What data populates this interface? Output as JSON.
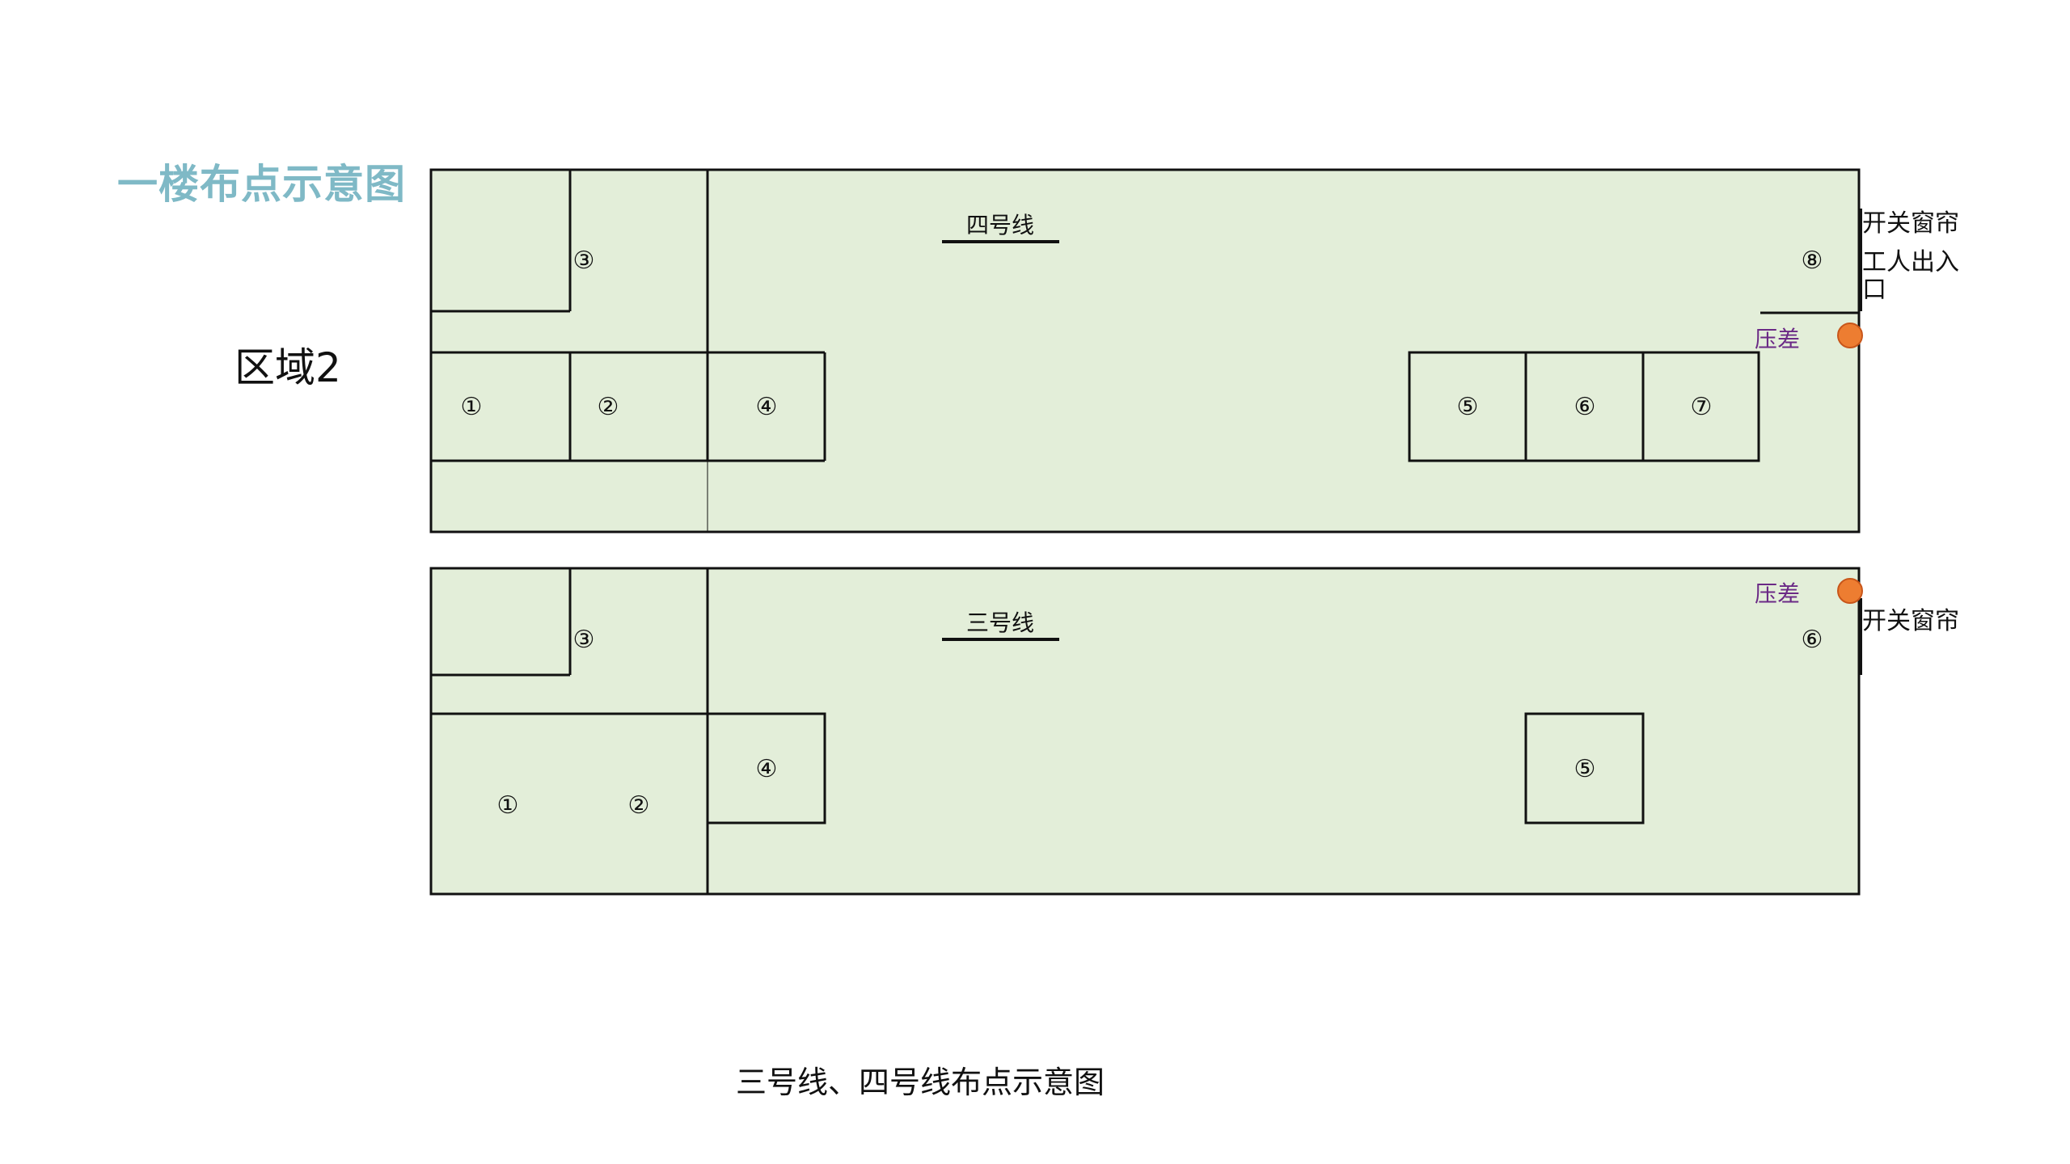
{
  "title": "一楼布点示意图",
  "zone_label": "区域2",
  "caption": "三号线、四号线布点示意图",
  "colors": {
    "floor": "#e3eed9",
    "line": "#111111",
    "title": "#7fb9c6",
    "sensor": "#ed7d31",
    "pressure_text": "#6b2a86"
  },
  "line4": {
    "name": "四号线",
    "points": [
      "①",
      "②",
      "③",
      "④",
      "⑤",
      "⑥",
      "⑦",
      "⑧"
    ],
    "curtain": "开关窗帘",
    "entrance": [
      "工人出入",
      "口"
    ],
    "pressure": "压差"
  },
  "line3": {
    "name": "三号线",
    "points": [
      "①",
      "②",
      "③",
      "④",
      "⑤",
      "⑥"
    ],
    "curtain": "开关窗帘",
    "pressure": "压差"
  }
}
